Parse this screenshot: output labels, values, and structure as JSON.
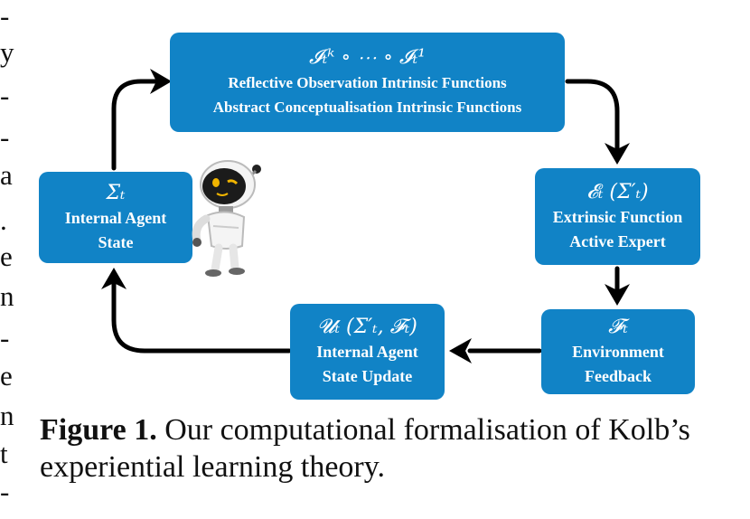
{
  "left_column_fragments": [
    "-",
    "y",
    "-",
    "-",
    "a",
    ".",
    "e",
    "n",
    "-",
    "e",
    "n",
    "t",
    "-"
  ],
  "nodes": {
    "top": {
      "math": "𝓘ₜᵏ ∘ ⋯ ∘ 𝓘ₜ¹",
      "line1": "Reflective Observation Intrinsic Functions",
      "line2": "Abstract Conceptualisation Intrinsic Functions"
    },
    "left": {
      "math": "Σₜ",
      "line1": "Internal Agent",
      "line2": "State"
    },
    "right_top": {
      "math": "𝓔ₜ (Σ′ₜ)",
      "line1": "Extrinsic Function",
      "line2": "Active Expert"
    },
    "right_bottom": {
      "math": "𝓕ₜ",
      "line1": "Environment",
      "line2": "Feedback"
    },
    "bottom": {
      "math": "𝓤ₜ (Σ′ₜ, 𝓕ₜ)",
      "line1": "Internal Agent",
      "line2": "State Update"
    }
  },
  "caption": {
    "label": "Figure 1.",
    "text": " Our computational formalisation of Kolb’s experiential learning theory."
  },
  "colors": {
    "box_fill": "#1183c6",
    "box_text": "#ffffff",
    "arrow": "#000000"
  }
}
